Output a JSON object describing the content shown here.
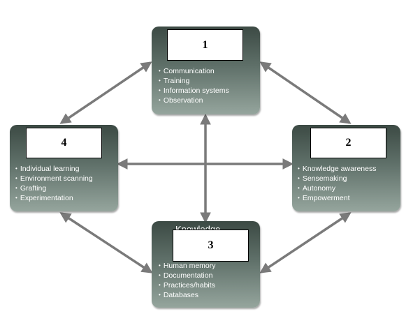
{
  "nodes": {
    "node1": {
      "number": "1",
      "items": [
        "Communication",
        "Training",
        "Information systems",
        "Observation"
      ]
    },
    "node2": {
      "number": "2",
      "items": [
        "Knowledge awareness",
        "Sensemaking",
        "Autonomy",
        "Empowerment"
      ]
    },
    "node3": {
      "number": "3",
      "partial_title": "Knowledge",
      "items": [
        "Human memory",
        "Documentation",
        "Practices/habits",
        "Databases"
      ]
    },
    "node4": {
      "number": "4",
      "items": [
        "Individual learning",
        "Environment scanning",
        "Grafting",
        "Experimentation"
      ]
    }
  },
  "colors": {
    "arrow": "#7a7a7a",
    "node_top": "#3c4a44",
    "node_bottom": "#95a59d",
    "item_text": "#ffffff"
  }
}
